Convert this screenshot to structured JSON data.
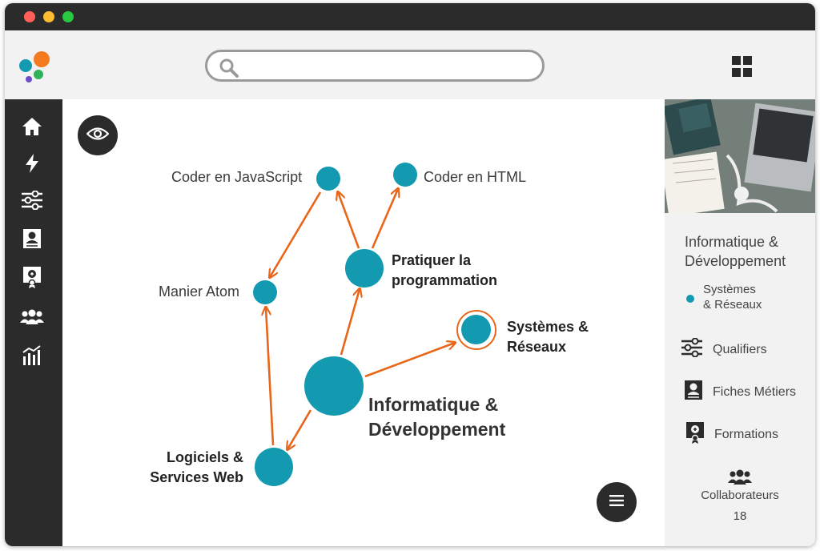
{
  "window": {
    "controls": [
      "close",
      "minimize",
      "maximize"
    ]
  },
  "header": {
    "logo_icon": "dots-logo-icon",
    "search": {
      "placeholder": "",
      "value": "",
      "icon": "search-icon"
    },
    "apps_icon": "grid-icon"
  },
  "sidebar": {
    "items": [
      {
        "name": "home",
        "icon": "home-icon"
      },
      {
        "name": "activity",
        "icon": "lightning-icon"
      },
      {
        "name": "filters",
        "icon": "sliders-icon"
      },
      {
        "name": "profiles",
        "icon": "id-card-icon"
      },
      {
        "name": "certificates",
        "icon": "certificate-icon"
      },
      {
        "name": "team",
        "icon": "users-icon"
      },
      {
        "name": "statistics",
        "icon": "bar-chart-icon"
      }
    ]
  },
  "graph": {
    "eye_icon": "eye-icon",
    "menu_icon": "menu-icon",
    "colors": {
      "node": "#1399b0",
      "edge": "#e8661a",
      "selected_ring": "#e8661a"
    },
    "nodes": {
      "js": "Coder en JavaScript",
      "html": "Coder en HTML",
      "atom": "Manier Atom",
      "prog_line1": "Pratiquer la",
      "prog_line2": "programmation",
      "sys_line1": "Systèmes &",
      "sys_line2": "Réseaux",
      "info_line1": "Informatique &",
      "info_line2": "Développement",
      "log_line1": "Logiciels &",
      "log_line2": "Services Web"
    }
  },
  "panel": {
    "title_line1": "Informatique &",
    "title_line2": "Développement",
    "sub_line1": "Systèmes",
    "sub_line2": "& Réseaux",
    "qualifiers": "Qualifiers",
    "jobs": "Fiches Métiers",
    "trainings": "Formations",
    "collaborators_label": "Collaborateurs",
    "collaborators_count": "18"
  }
}
